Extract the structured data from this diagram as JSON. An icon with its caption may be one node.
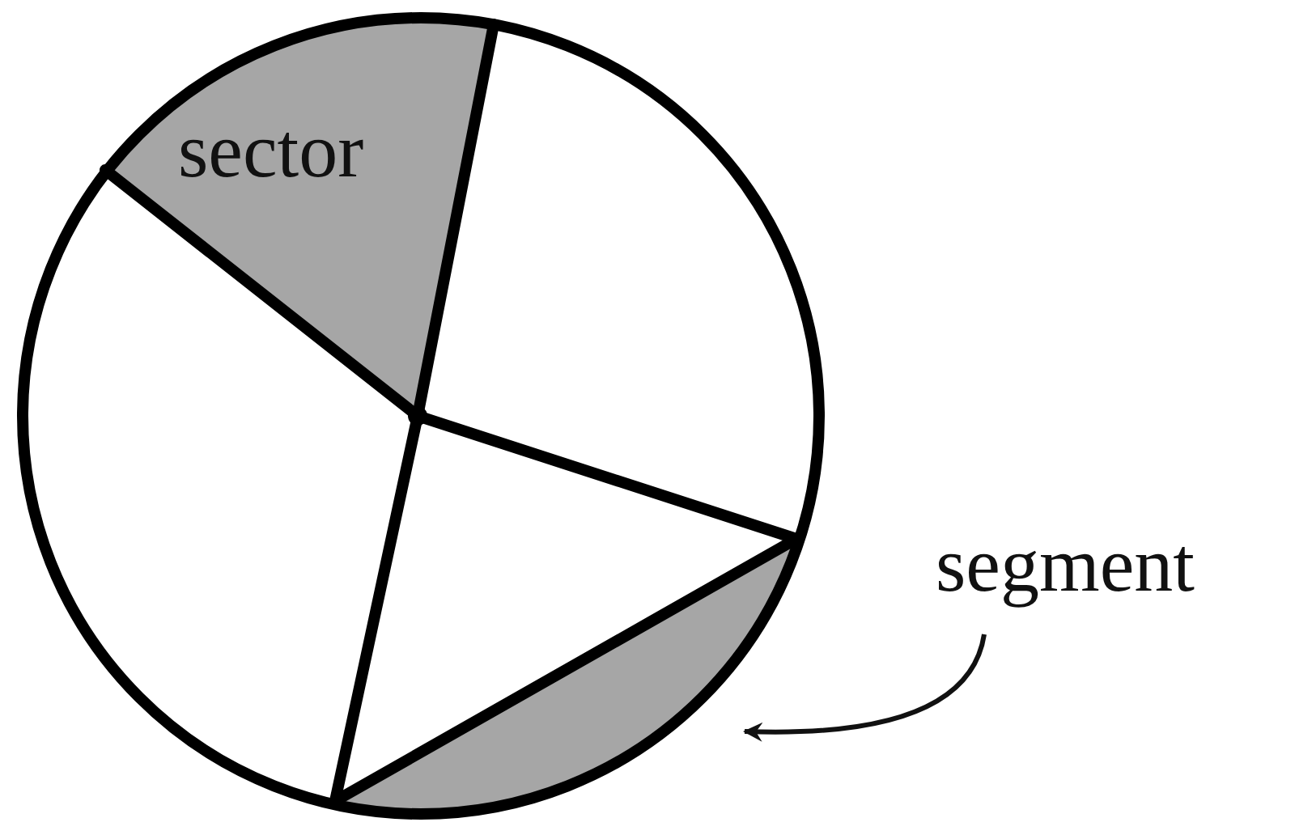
{
  "diagram": {
    "nodes": [
      {
        "text": [
          "sector"
        ]
      },
      {
        "text": [],
        "shape": "segment"
      },
      {
        "text": [
          "segment"
        ]
      }
    ],
    "edges": [
      {
        "from": 2,
        "to": 1,
        "arrow": "to"
      }
    ]
  }
}
